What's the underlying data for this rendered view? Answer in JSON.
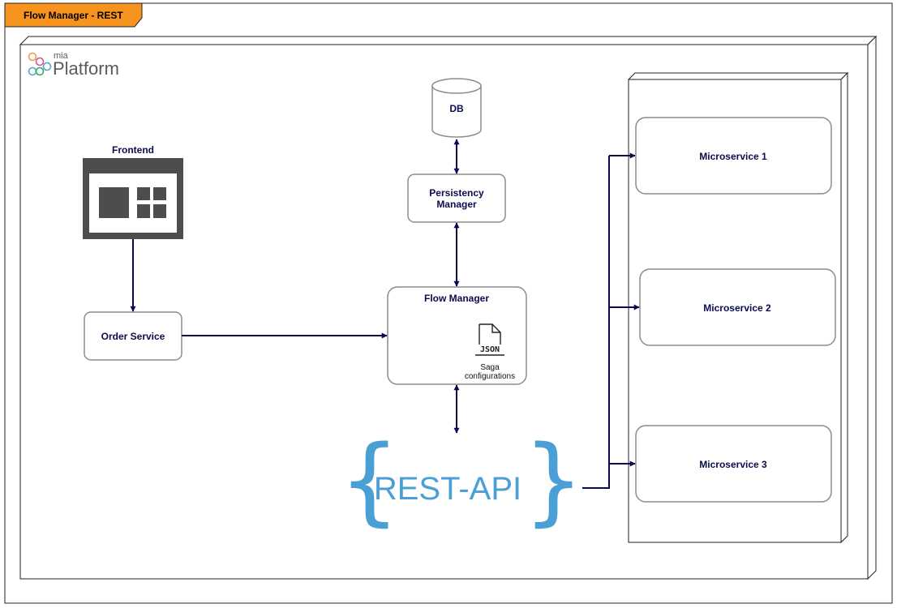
{
  "tab_title": "Flow Manager - REST",
  "logo": {
    "small": "mia",
    "large": "Platform",
    "colors": [
      "#f2994a",
      "#e0508a",
      "#5a9fd4",
      "#27ae60"
    ]
  },
  "nodes": {
    "db": "DB",
    "frontend": "Frontend",
    "persistency_line1": "Persistency",
    "persistency_line2": "Manager",
    "flow_manager": "Flow Manager",
    "order_service": "Order Service",
    "json_icon": "JSON",
    "saga_line1": "Saga",
    "saga_line2": "configurations",
    "rest_api": "REST-API",
    "brace_open": "{",
    "brace_close": "}",
    "microservices": [
      "Microservice 1",
      "Microservice 2",
      "Microservice 3"
    ]
  },
  "colors": {
    "arrow": "#0b0b4f",
    "tab": "#f7941d",
    "box_border": "#8c8c8c",
    "rest": "#4a9fd4",
    "frontend_icon": "#4d4d4d"
  }
}
